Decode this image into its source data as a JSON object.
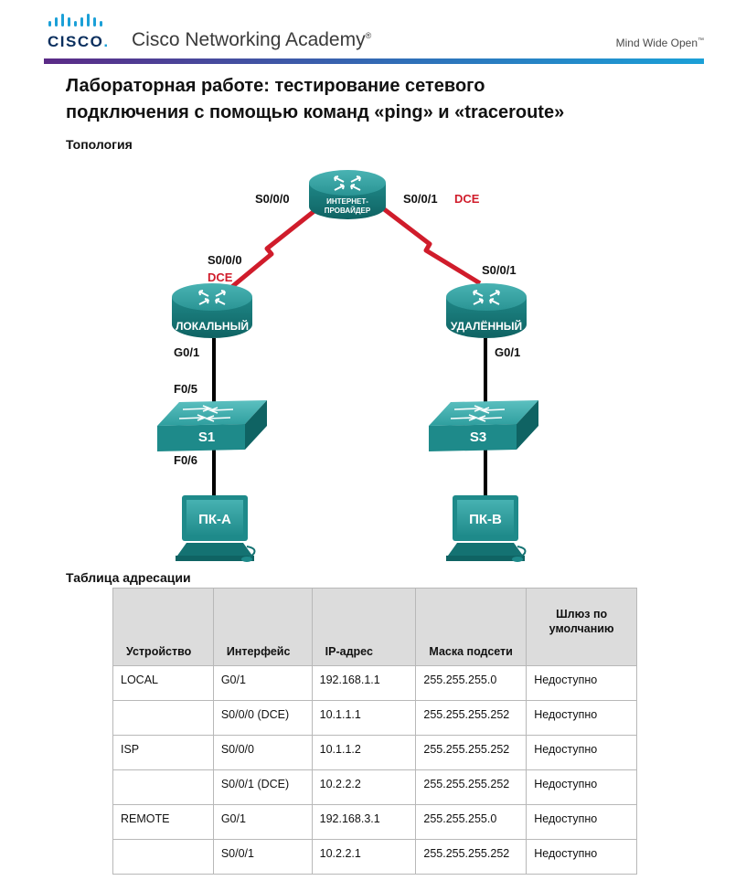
{
  "header": {
    "logo_word": "CISCO",
    "academy": "Cisco Networking Academy",
    "academy_mark": "®",
    "tagline": "Mind Wide Open",
    "tagline_mark": "™",
    "colors": {
      "bar_start": "#5b2a86",
      "bar_end": "#1ba0d7",
      "logo": "#0a2f5e"
    }
  },
  "title_line1": "Лабораторная работе: тестирование сетевого",
  "title_line2": "подключения с помощью команд «ping» и «traceroute»",
  "topology": {
    "heading": "Топология",
    "devices": {
      "isp_line1": "ИНТЕРНЕТ-",
      "isp_line2": "ПРОВАЙДЕР",
      "local": "ЛОКАЛЬНЫЙ",
      "remote": "УДАЛЁННЫЙ",
      "s1": "S1",
      "s3": "S3",
      "pca": "ПК-А",
      "pcb": "ПК-В"
    },
    "labels": {
      "isp_s000": "S0/0/0",
      "isp_s001": "S0/0/1",
      "isp_dce": "DCE",
      "local_s000": "S0/0/0",
      "local_dce": "DCE",
      "local_g01": "G0/1",
      "s1_f05": "F0/5",
      "s1_f06": "F0/6",
      "remote_s001": "S0/0/1",
      "remote_g01": "G0/1"
    },
    "colors": {
      "serial_link": "#d01c2b",
      "device": "#1e8e8e",
      "ethernet_link": "#000000"
    }
  },
  "table": {
    "heading": "Таблица адресации",
    "headers": {
      "device": "Устройство",
      "interface": "Интерфейс",
      "ip": "IP-адрес",
      "mask": "Маска подсети",
      "gw1": "Шлюз по",
      "gw2": "умолчанию"
    },
    "rows": [
      [
        "LOCAL",
        "G0/1",
        "192.168.1.1",
        "255.255.255.0",
        "Недоступно"
      ],
      [
        "",
        "S0/0/0 (DCE)",
        "10.1.1.1",
        "255.255.255.252",
        "Недоступно"
      ],
      [
        "ISP",
        "S0/0/0",
        "10.1.1.2",
        "255.255.255.252",
        "Недоступно"
      ],
      [
        "",
        "S0/0/1 (DCE)",
        "10.2.2.2",
        "255.255.255.252",
        "Недоступно"
      ],
      [
        "REMOTE",
        "G0/1",
        "192.168.3.1",
        "255.255.255.0",
        "Недоступно"
      ],
      [
        "",
        "S0/0/1",
        "10.2.2.1",
        "255.255.255.252",
        "Недоступно"
      ]
    ]
  }
}
